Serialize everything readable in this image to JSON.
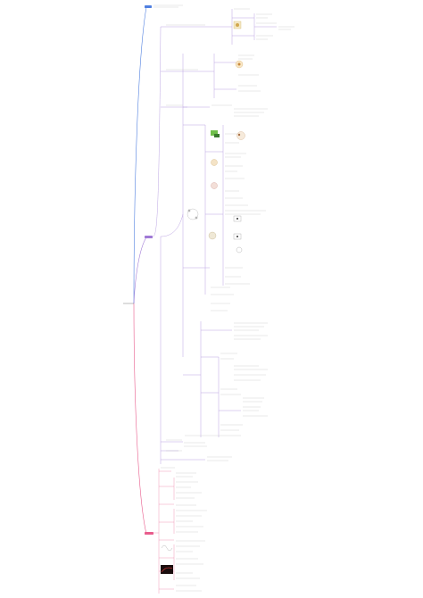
{
  "mindmap": {
    "root_label": "",
    "branches": [
      {
        "id": "top",
        "color": "#4f7fe0",
        "label": ""
      },
      {
        "id": "middle",
        "color": "#a07ad6",
        "label": ""
      },
      {
        "id": "bottom",
        "color": "#e85c8c",
        "label": ""
      }
    ],
    "node_text_color": "#666666",
    "illustrations": {
      "microscope_icon": "microscope-icon",
      "cell_diagram_icon": "cell-diagram-icon",
      "graph_icon": "graph-icon",
      "red_curve_icon": "red-curve-icon"
    }
  }
}
